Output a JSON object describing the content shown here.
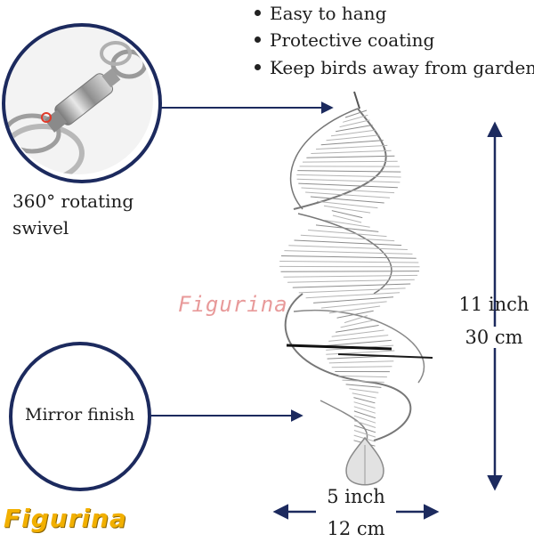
{
  "features": [
    "Easy to hang",
    "Protective coating",
    "Keep birds away from garden"
  ],
  "swivel_caption": "360° rotating\nswivel",
  "swivel_line1": "360° rotating",
  "swivel_line2": "swivel",
  "finish_label": "Mirror finish",
  "height_inch": "11 inch",
  "height_cm": "30 cm",
  "width_inch": "5 inch",
  "width_cm": "12 cm",
  "watermark": "Figurina",
  "brand": "Figurina",
  "colors": {
    "ring": "#1c2a5e",
    "arrow": "#1c2a5e",
    "brand": "#f2b000",
    "watermark": "#e89a9a",
    "metal": "#9a9a9a"
  }
}
